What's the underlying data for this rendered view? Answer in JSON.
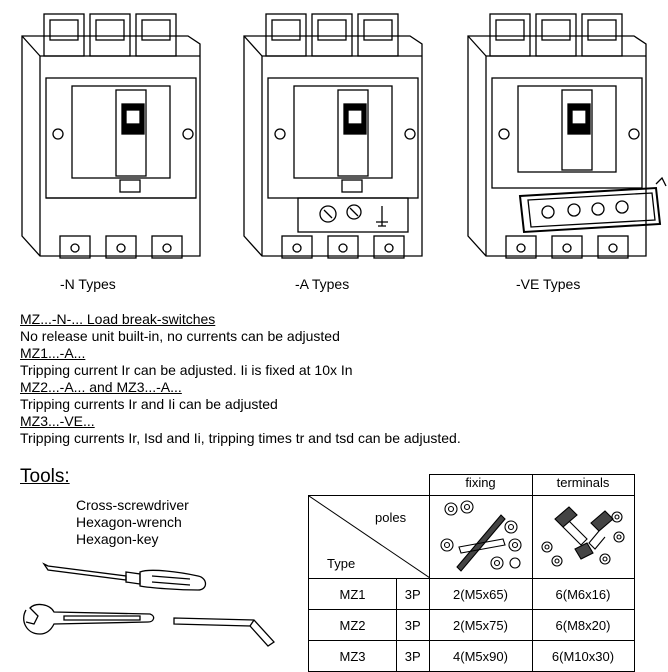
{
  "breakers": [
    {
      "caption": "-N Types",
      "variant": "N"
    },
    {
      "caption": "-A Types",
      "variant": "A"
    },
    {
      "caption": "-VE Types",
      "variant": "VE"
    }
  ],
  "descriptions": [
    {
      "text": "MZ...-N-... Load break-switches",
      "heading": true
    },
    {
      "text": "No release unit built-in, no currents can be adjusted",
      "heading": false
    },
    {
      "text": "MZ1...-A...",
      "heading": true
    },
    {
      "text": "Tripping current Ir can be adjusted. Ii is fixed at 10x In",
      "heading": false
    },
    {
      "text": "MZ2...-A... and MZ3...-A...",
      "heading": true
    },
    {
      "text": "Tripping currents Ir and Ii can be adjusted",
      "heading": false
    },
    {
      "text": "MZ3...-VE...",
      "heading": true
    },
    {
      "text": "Tripping currents Ir, Isd and Ii, tripping times tr and tsd can be adjusted.",
      "heading": false
    }
  ],
  "tools": {
    "title": "Tools:",
    "items": [
      "Cross-screwdriver",
      "Hexagon-wrench",
      "Hexagon-key"
    ]
  },
  "table": {
    "header_fixing": "fixing",
    "header_terminals": "terminals",
    "header_poles": "poles",
    "header_type": "Type",
    "rows": [
      {
        "type": "MZ1",
        "poles": "3P",
        "fixing": "2(M5x65)",
        "terminals": "6(M6x16)"
      },
      {
        "type": "MZ2",
        "poles": "3P",
        "fixing": "2(M5x75)",
        "terminals": "6(M8x20)"
      },
      {
        "type": "MZ3",
        "poles": "3P",
        "fixing": "4(M5x90)",
        "terminals": "6(M10x30)"
      }
    ]
  }
}
